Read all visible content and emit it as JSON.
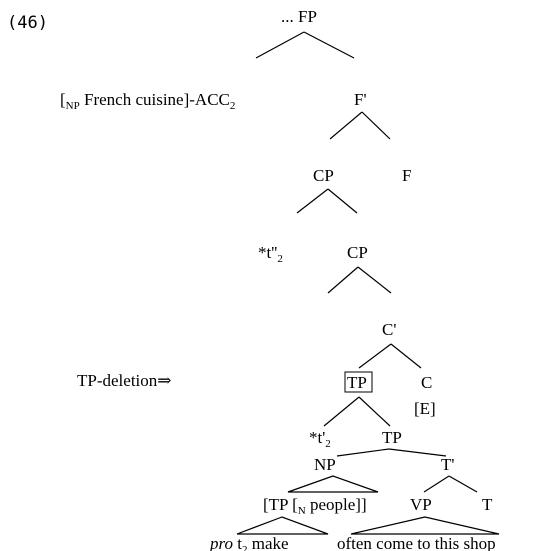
{
  "example_number": "(46)",
  "nodes": {
    "fp": "... FP",
    "np_bracket_open": "[",
    "np_label": "NP",
    "np_text": " French cuisine]-ACC",
    "np_index": "2",
    "f_bar": "F'",
    "cp_upper": "CP",
    "f": "F",
    "trace_star": "*t''",
    "trace_star_index": "2",
    "cp_lower": "CP",
    "c_bar": "C'",
    "tp_deletion": "TP-deletion⇒",
    "tp_boxed": "TP",
    "c": "C",
    "e_feature": "[E]",
    "trace_prime": "*t'",
    "trace_prime_index": "2",
    "tp": "TP",
    "np": "NP",
    "t_bar": "T'",
    "rel_open": "[TP [",
    "rel_n": "N",
    "rel_rest": " people]]",
    "vp": "VP",
    "t": "T",
    "pro": "pro",
    "pro_t": " t",
    "pro_index": "2",
    "pro_make": " make",
    "vp_text": "often come to this shop"
  }
}
